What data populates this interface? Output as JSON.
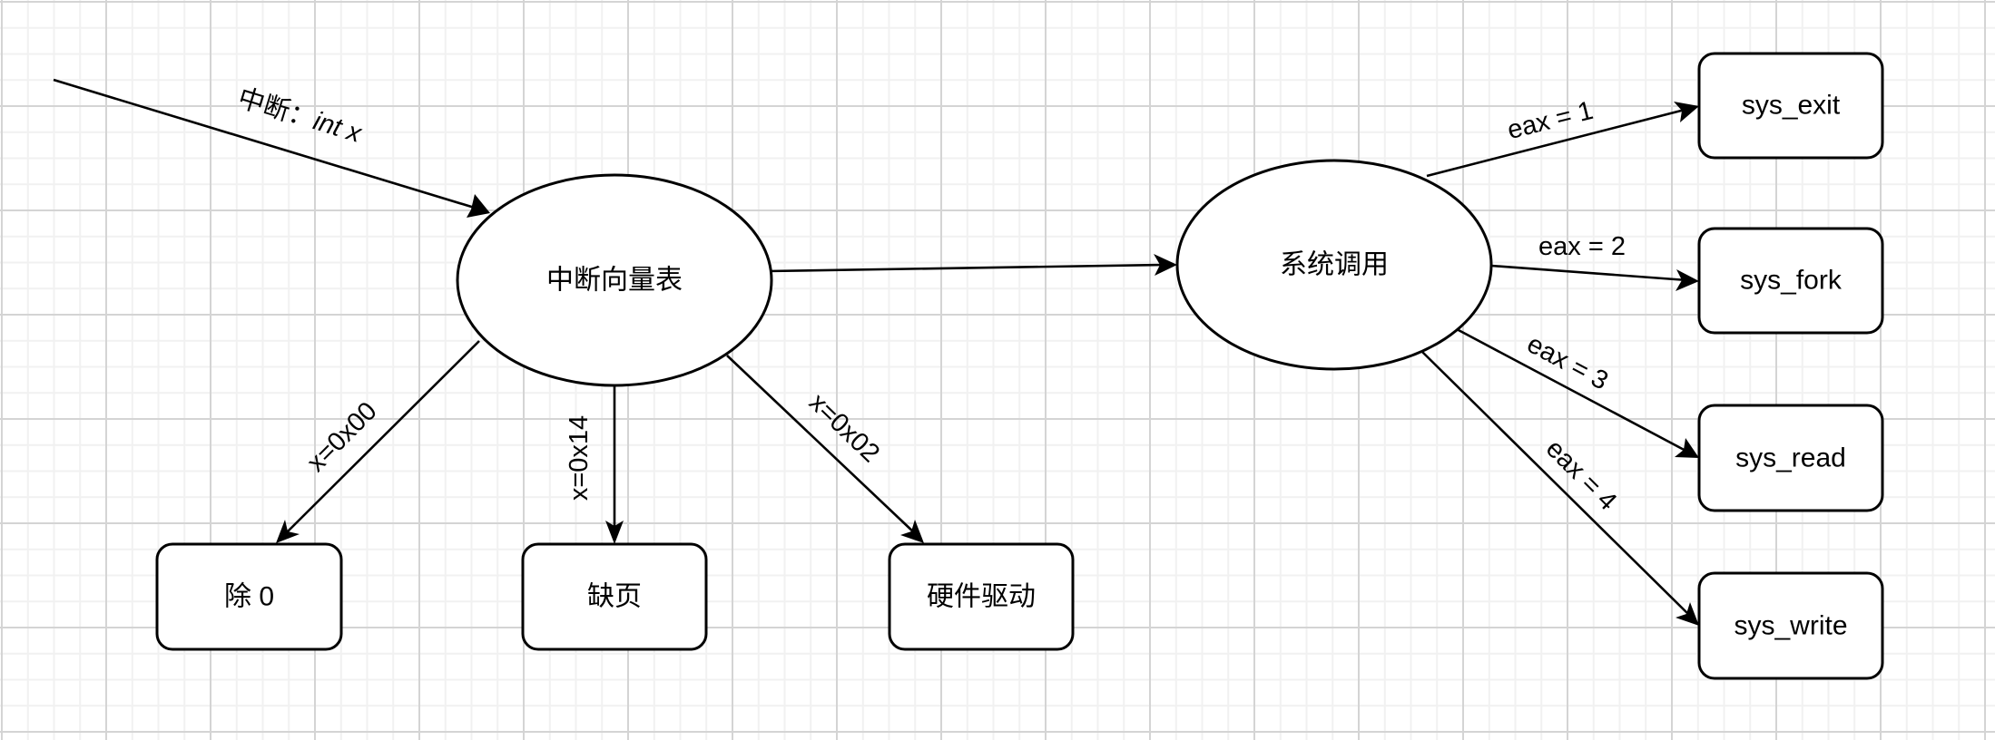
{
  "diagram": {
    "type": "flowchart",
    "background_grid": true,
    "nodes": [
      {
        "id": "ivt",
        "shape": "ellipse",
        "label": "中断向量表"
      },
      {
        "id": "syscall",
        "shape": "ellipse",
        "label": "系统调用"
      },
      {
        "id": "div0",
        "shape": "rounded-rect",
        "label": "除 0"
      },
      {
        "id": "pagefault",
        "shape": "rounded-rect",
        "label": "缺页"
      },
      {
        "id": "hwdriver",
        "shape": "rounded-rect",
        "label": "硬件驱动"
      },
      {
        "id": "sys_exit",
        "shape": "rounded-rect",
        "label": "sys_exit"
      },
      {
        "id": "sys_fork",
        "shape": "rounded-rect",
        "label": "sys_fork"
      },
      {
        "id": "sys_read",
        "shape": "rounded-rect",
        "label": "sys_read"
      },
      {
        "id": "sys_write",
        "shape": "rounded-rect",
        "label": "sys_write"
      }
    ],
    "edges": [
      {
        "id": "interrupt-in",
        "from": null,
        "to": "ivt",
        "label_prefix": "中断：",
        "label_suffix": "int x"
      },
      {
        "id": "ivt-div0",
        "from": "ivt",
        "to": "div0",
        "label": "x=0x00"
      },
      {
        "id": "ivt-pagefault",
        "from": "ivt",
        "to": "pagefault",
        "label": "x=0x14"
      },
      {
        "id": "ivt-hwdriver",
        "from": "ivt",
        "to": "hwdriver",
        "label": "x=0x02"
      },
      {
        "id": "ivt-syscall",
        "from": "ivt",
        "to": "syscall",
        "label": ""
      },
      {
        "id": "syscall-exit",
        "from": "syscall",
        "to": "sys_exit",
        "label": "eax = 1"
      },
      {
        "id": "syscall-fork",
        "from": "syscall",
        "to": "sys_fork",
        "label": "eax = 2"
      },
      {
        "id": "syscall-read",
        "from": "syscall",
        "to": "sys_read",
        "label": "eax = 3"
      },
      {
        "id": "syscall-write",
        "from": "syscall",
        "to": "sys_write",
        "label": "eax = 4"
      }
    ]
  }
}
